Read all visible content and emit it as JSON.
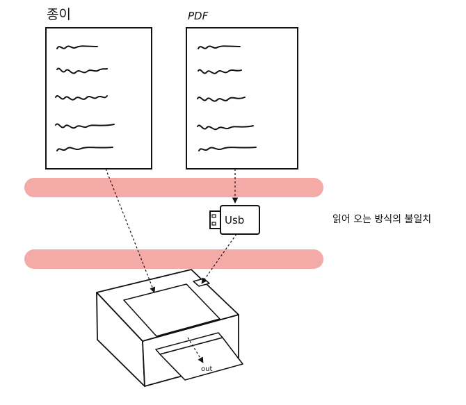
{
  "documents": {
    "paper_label": "종이",
    "pdf_label": "PDF"
  },
  "usb": {
    "label": "Usb"
  },
  "annotation": {
    "text": "읽어 오는 방식의 불일치"
  },
  "printer": {
    "out_label": "out"
  },
  "colors": {
    "band": "#f4aaa6",
    "stroke": "#111111",
    "background": "#ffffff"
  }
}
